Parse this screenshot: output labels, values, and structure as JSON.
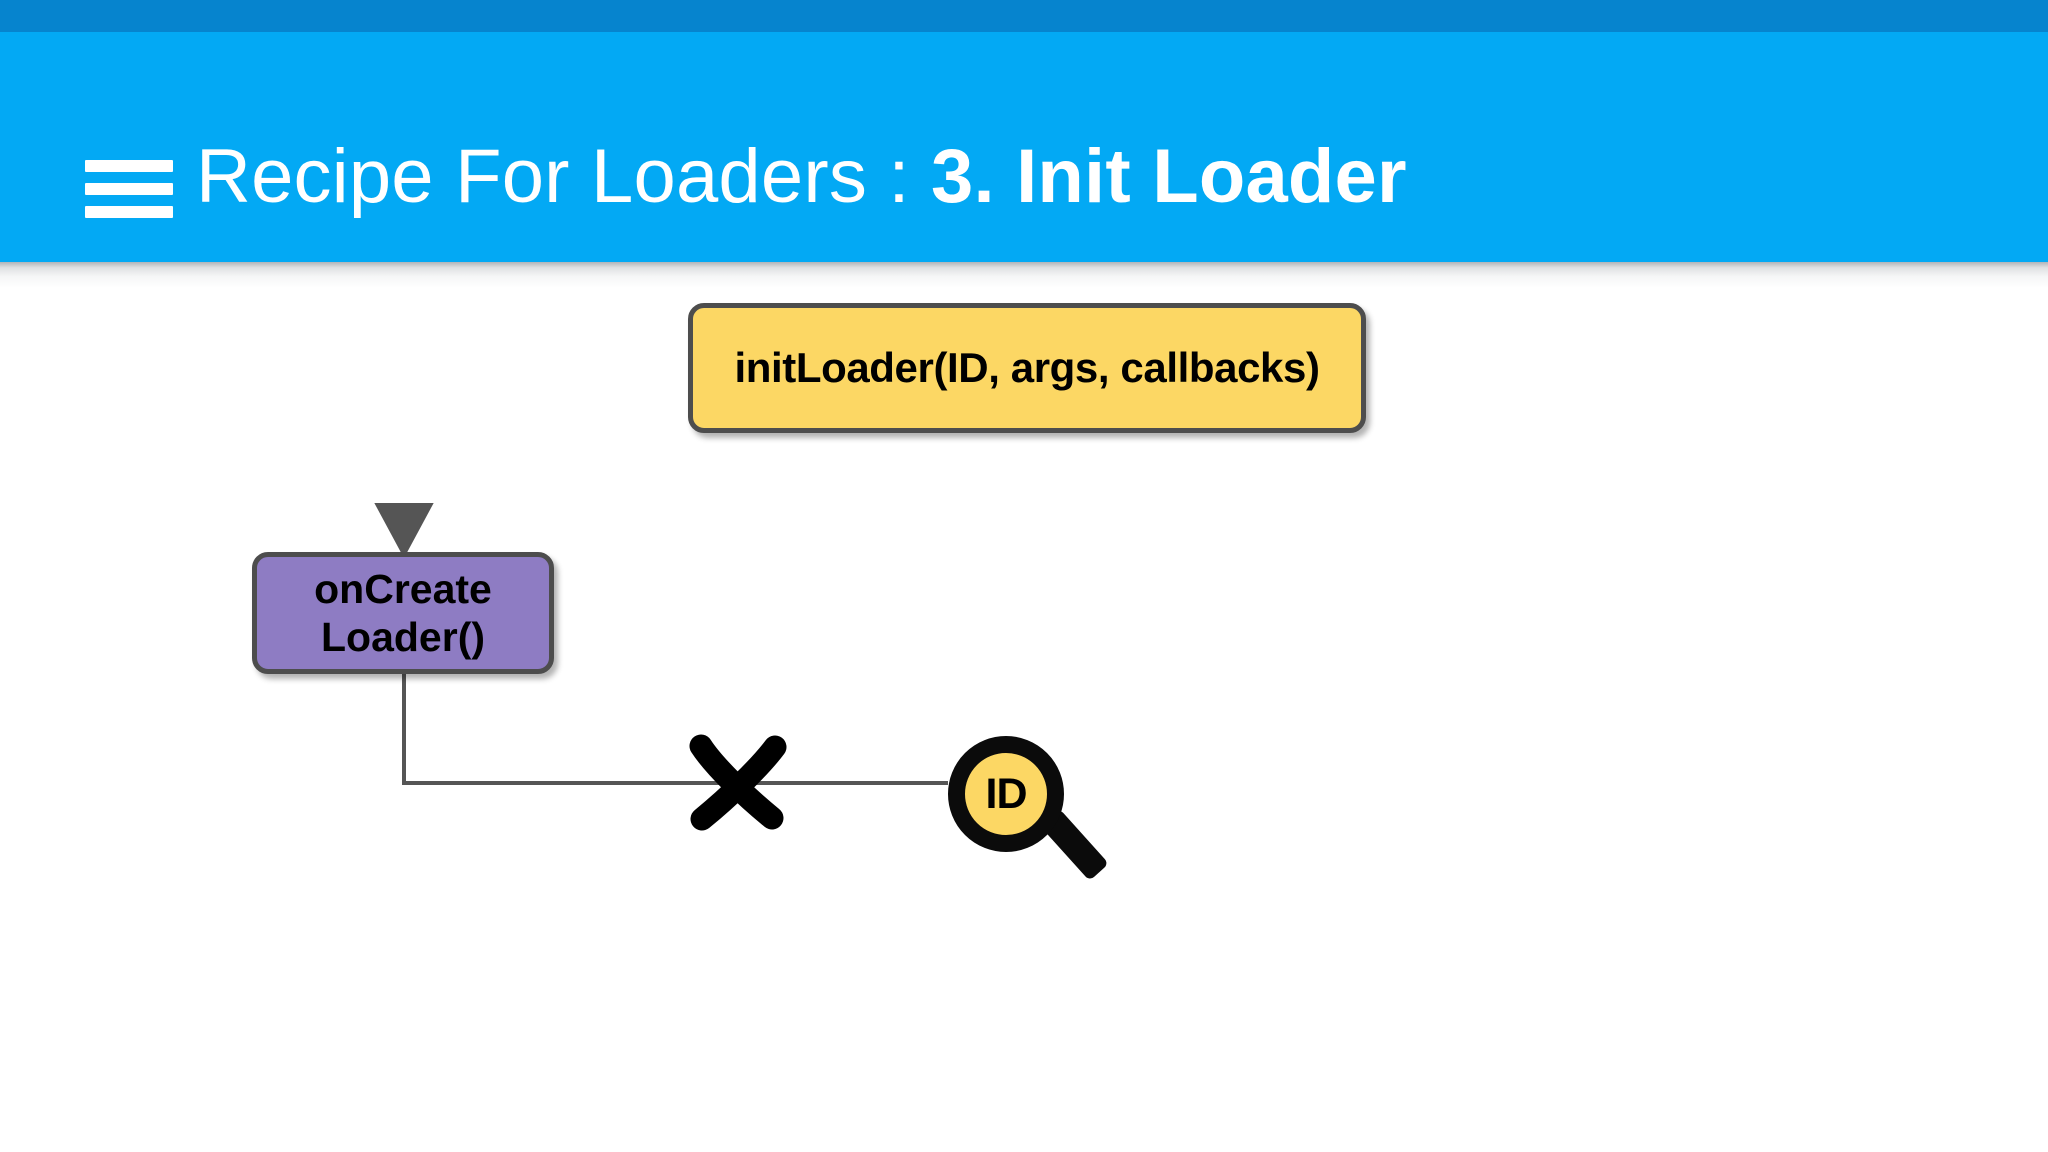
{
  "app": {
    "status_bar_color": "#0684CE",
    "app_bar_color": "#03A9F4",
    "menu_icon": "hamburger-menu-icon",
    "title_main": "Recipe For Loaders",
    "title_separator": " : ",
    "title_sub": "3. Init Loader",
    "title_color": "#FFFFFF"
  },
  "diagram": {
    "type": "flowchart",
    "background": "#FFFFFF",
    "nodes": [
      {
        "id": "init-loader",
        "label": "initLoader(ID, args, callbacks)",
        "fill": "#FCD764",
        "border": "#4D4D4D",
        "text_color": "#000000",
        "shape": "rounded-rect"
      },
      {
        "id": "on-create-loader",
        "label_line1": "onCreate",
        "label_line2": "Loader()",
        "fill": "#8E7CC3",
        "border": "#4D4D4D",
        "text_color": "#000000",
        "shape": "rounded-rect"
      }
    ],
    "annotations": [
      {
        "id": "id-magnifier",
        "kind": "magnifier-icon",
        "label": "ID",
        "lens_fill": "#FCD764",
        "frame_color": "#0B0B0B"
      },
      {
        "id": "cross-mark",
        "kind": "x-mark-icon",
        "color": "#000000",
        "meaning": "connection-crossed-out"
      }
    ],
    "edges": [
      {
        "id": "edge-init-to-oncreate",
        "from": "id-magnifier",
        "to": "on-create-loader",
        "style": "elbow",
        "color": "#555555",
        "arrowhead": "filled-triangle",
        "crossed_out": true
      }
    ]
  }
}
